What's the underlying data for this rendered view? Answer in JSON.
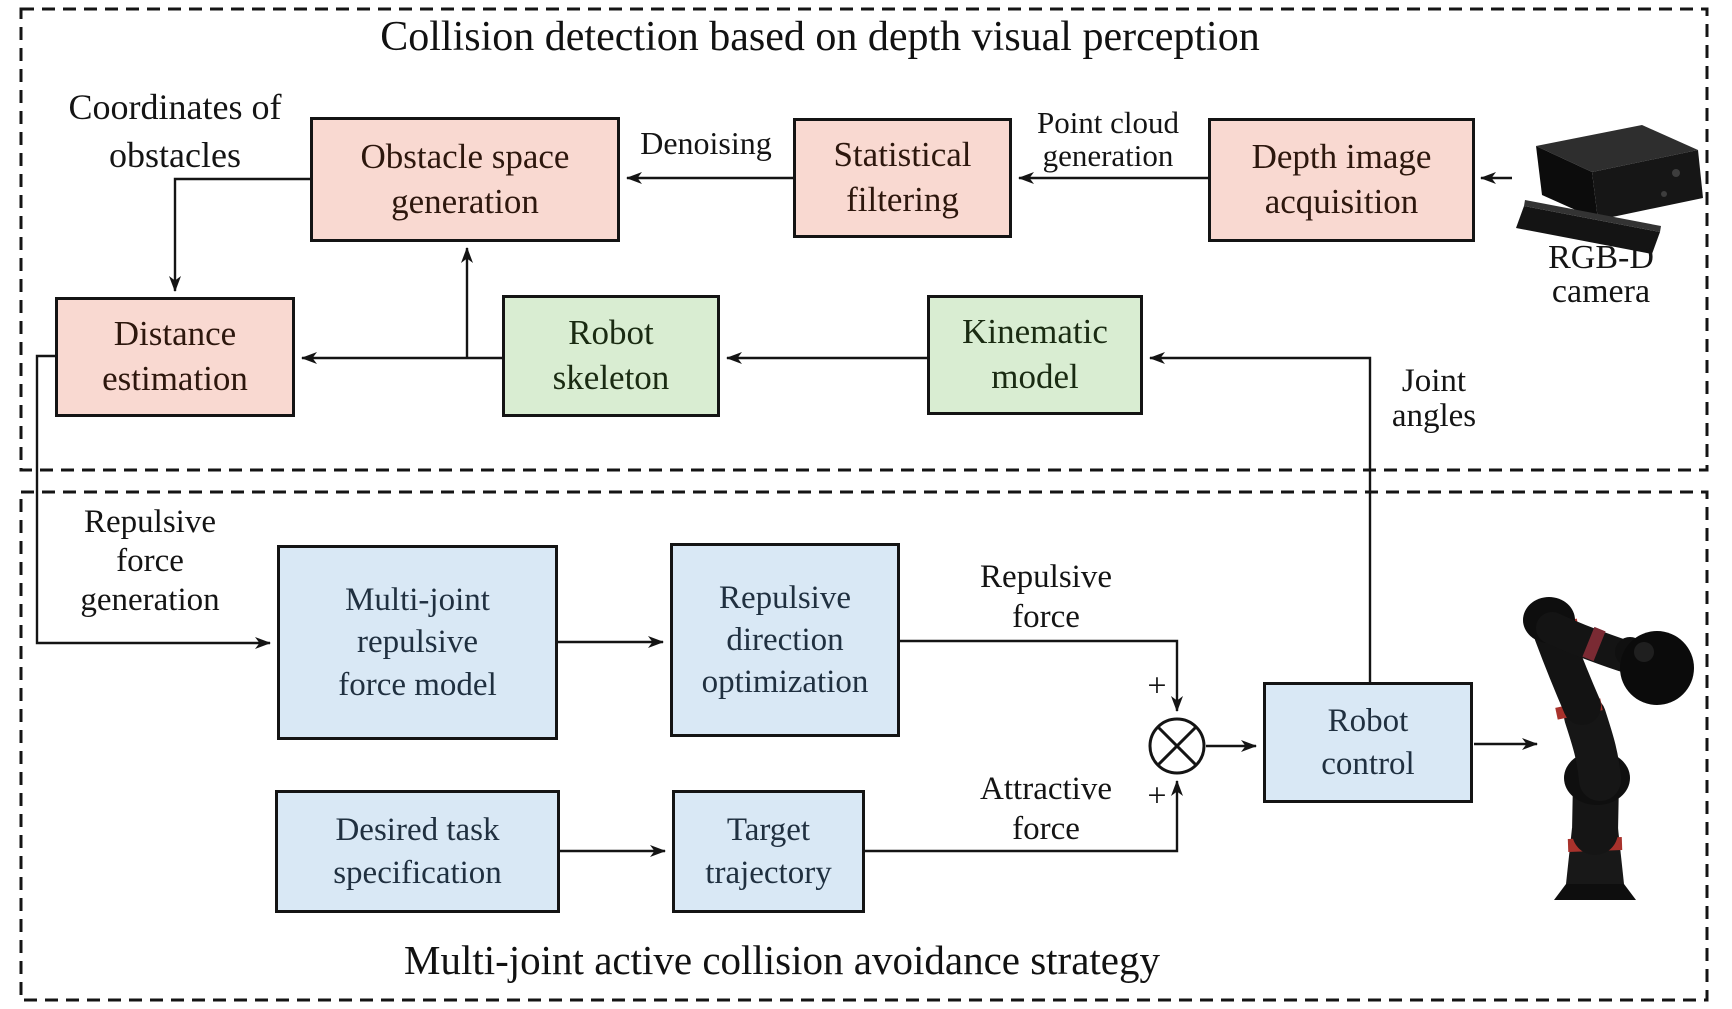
{
  "colors": {
    "node-pink": "#f9d9d1",
    "node-green": "#d9edd2",
    "node-blue": "#d9e8f5",
    "border": "#141414",
    "line": "#141414",
    "background": "#ffffff",
    "robot-accent-red": "#a8322c"
  },
  "sections": {
    "top": {
      "title": "Collision detection based on depth visual perception"
    },
    "bottom": {
      "title": "Multi-joint active collision avoidance strategy"
    }
  },
  "nodes": {
    "obstacle_space_generation": "Obstacle space\ngeneration",
    "statistical_filtering": "Statistical\nfiltering",
    "depth_image_acquisition": "Depth image\nacquisition",
    "distance_estimation": "Distance\nestimation",
    "robot_skeleton": "Robot\nskeleton",
    "kinematic_model": "Kinematic\nmodel",
    "multi_joint_repulsive_force_model": "Multi-joint\nrepulsive\nforce model",
    "repulsive_direction_optimization": "Repulsive\ndirection\noptimization",
    "desired_task_specification": "Desired task\nspecification",
    "target_trajectory": "Target\ntrajectory",
    "robot_control": "Robot\ncontrol"
  },
  "labels": {
    "coordinates_of_obstacles": "Coordinates of\nobstacles",
    "denoising": "Denoising",
    "point_cloud_generation": "Point cloud\ngeneration",
    "rgbd_camera": "RGB-D\ncamera",
    "joint_angles": "Joint\nangles",
    "repulsive_force_generation": "Repulsive\nforce\ngeneration",
    "repulsive_force": "Repulsive\nforce",
    "attractive_force": "Attractive\nforce",
    "sum_plus_top": "+",
    "sum_plus_bottom": "+"
  }
}
